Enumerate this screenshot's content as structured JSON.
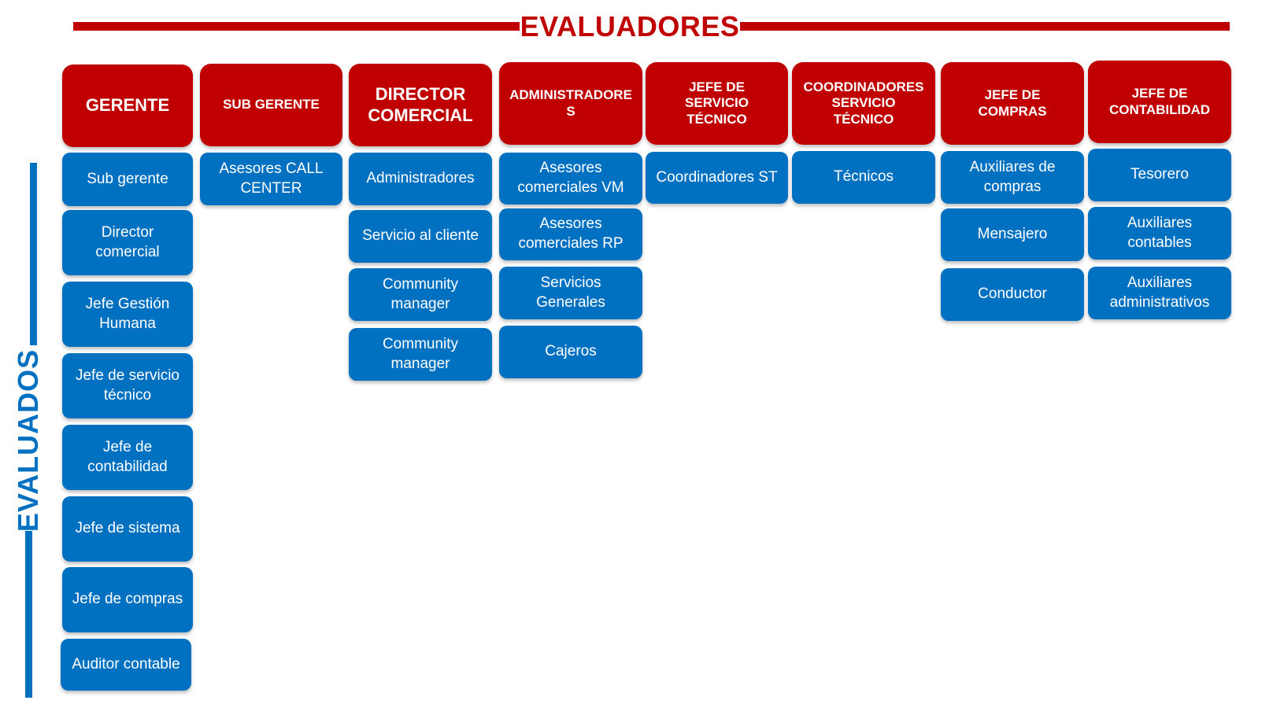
{
  "title": "EVALUADORES",
  "side_title": "EVALUADOS",
  "colors": {
    "red": "#c00000",
    "blue": "#0070c0"
  },
  "columns": [
    {
      "header": "GERENTE",
      "items": [
        "Sub gerente",
        "Director comercial",
        "Jefe Gestión Humana",
        "Jefe de servicio técnico",
        "Jefe de contabilidad",
        "Jefe de sistema",
        "Jefe de compras",
        "Auditor contable"
      ]
    },
    {
      "header": "SUB GERENTE",
      "items": [
        "Asesores CALL CENTER"
      ]
    },
    {
      "header": "DIRECTOR COMERCIAL",
      "items": [
        "Administradores",
        "Servicio al cliente",
        "Community manager",
        "Community manager"
      ]
    },
    {
      "header": "ADMINISTRADORES",
      "items": [
        "Asesores comerciales VM",
        "Asesores comerciales RP",
        "Servicios Generales",
        "Cajeros"
      ]
    },
    {
      "header": "JEFE DE SERVICIO TÉCNICO",
      "items": [
        "Coordinadores ST"
      ]
    },
    {
      "header": "COORDINADORES SERVICIO TÉCNICO",
      "items": [
        "Técnicos"
      ]
    },
    {
      "header": "JEFE DE COMPRAS",
      "items": [
        "Auxiliares de compras",
        "Mensajero",
        "Conductor"
      ]
    },
    {
      "header": "JEFE DE CONTABILIDAD",
      "items": [
        "Tesorero",
        "Auxiliares contables",
        "Auxiliares administrativos"
      ]
    }
  ]
}
